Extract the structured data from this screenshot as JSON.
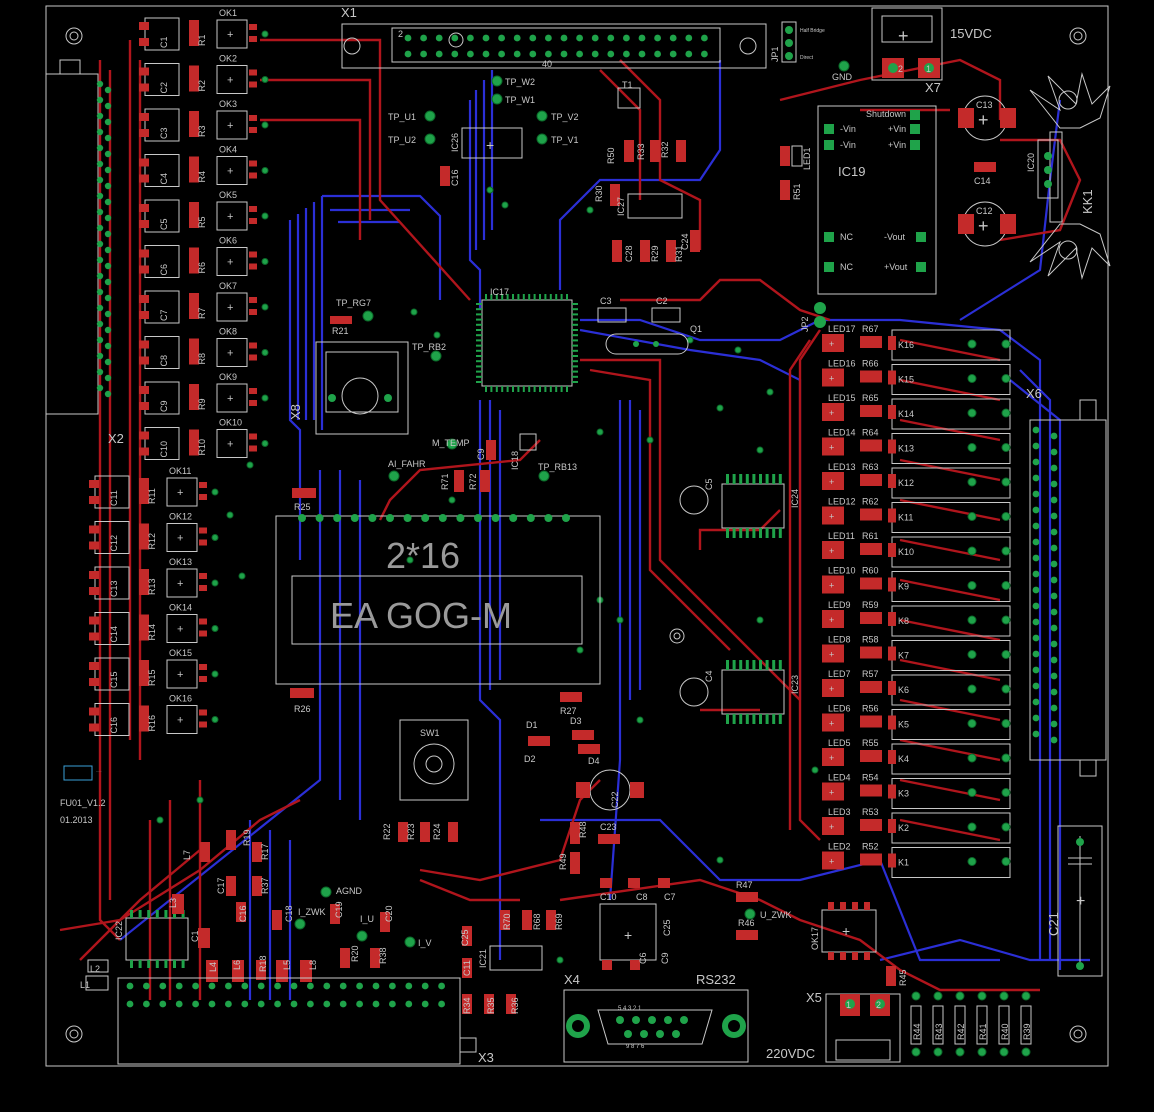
{
  "colors": {
    "background": "#000000",
    "top_copper": "#b0151c",
    "bottom_copper": "#2b2fd6",
    "pad": "#1fa34a",
    "silk": "#c8c8c8"
  },
  "connectors": {
    "x1": "X1",
    "x2": "X2",
    "x3": "X3",
    "x4": "X4",
    "x5": "X5",
    "x6": "X6",
    "x7": "X7",
    "x8": "X8",
    "x1_pin2": "2",
    "x1_pin40": "40"
  },
  "power": {
    "v15": "15VDC",
    "v220": "220VDC",
    "rs232": "RS232",
    "gnd": "GND",
    "x7_p2": "2",
    "x7_p1": "1",
    "x5_p1": "1",
    "x5_p2": "2"
  },
  "jumper": {
    "jp1": "JP1",
    "half_bridge": "Half Bridge",
    "direct": "Direct",
    "jp2": "JP2"
  },
  "psu": {
    "ic19": "IC19",
    "shutdown": "Shutdown",
    "neg_vin_1": "-Vin",
    "neg_vin_2": "-Vin",
    "pos_vin_1": "+Vin",
    "pos_vin_2": "+Vin",
    "nc1": "NC",
    "nc2": "NC",
    "neg_vout": "-Vout",
    "pos_vout": "+Vout",
    "led1": "LED1",
    "r51": "R51"
  },
  "heatsink": {
    "kk1": "KK1",
    "ic20": "IC20",
    "c13": "C13",
    "c14": "C14",
    "c12": "C12"
  },
  "optocouplers": [
    "OK1",
    "OK2",
    "OK3",
    "OK4",
    "OK5",
    "OK6",
    "OK7",
    "OK8",
    "OK9",
    "OK10",
    "OK11",
    "OK12",
    "OK13",
    "OK14",
    "OK15",
    "OK16"
  ],
  "opto_resistors": [
    "R1",
    "R2",
    "R3",
    "R4",
    "R5",
    "R6",
    "R7",
    "R8",
    "R9",
    "R10",
    "R11",
    "R12",
    "R13",
    "R14",
    "R15",
    "R16"
  ],
  "opto_caps": [
    "C1",
    "C2",
    "C3",
    "C4",
    "C5",
    "C6",
    "C7",
    "C8",
    "C9",
    "C10",
    "C11",
    "C12",
    "C13",
    "C14",
    "C15",
    "C16"
  ],
  "testpoints": {
    "tp_w2": "TP_W2",
    "tp_w1": "TP_W1",
    "tp_u1": "TP_U1",
    "tp_u2": "TP_U2",
    "tp_v2": "TP_V2",
    "tp_v1": "TP_V1",
    "tp_rg7": "TP_RG7",
    "tp_rb2": "TP_RB2",
    "tp_rb13": "TP_RB13",
    "m_temp": "M_TEMP",
    "ai_fahr": "AI_FAHR",
    "agnd": "AGND",
    "i_zwk": "I_ZWK",
    "i_u": "I_U",
    "i_v": "I_V",
    "u_zwk": "U_ZWK"
  },
  "mcu": {
    "ic17": "IC17",
    "c3": "C3",
    "c2": "C2",
    "q1": "Q1",
    "r21": "R21",
    "ic18": "IC18",
    "c9": "C9",
    "r71": "R71",
    "r72": "R72",
    "r25": "R25",
    "r26": "R26",
    "r27": "R27"
  },
  "top_ics": {
    "ic26": "IC26",
    "c16": "C16",
    "t1": "T1",
    "r50": "R50",
    "r33": "R33",
    "r32": "R32",
    "r30": "R30",
    "ic27": "IC27",
    "c28": "C28",
    "r29": "R29",
    "r31": "R31",
    "c24": "C24"
  },
  "display": {
    "line1": "2*16",
    "line2": "EA GOG-M"
  },
  "encoder": {
    "sw1": "SW1",
    "r22": "R22",
    "r23": "R23",
    "r24": "R24"
  },
  "diodes": {
    "d1": "D1",
    "d2": "D2",
    "d3": "D3",
    "d4": "D4",
    "c22": "C22",
    "r48": "R48",
    "r49": "R49",
    "c23": "C23"
  },
  "shift_regs": {
    "ic_a": "IC24",
    "ic_b": "IC23",
    "c_a": "C5",
    "c_b": "C4"
  },
  "relays": [
    "K16",
    "K15",
    "K14",
    "K13",
    "K12",
    "K11",
    "K10",
    "K9",
    "K8",
    "K7",
    "K6",
    "K5",
    "K4",
    "K3",
    "K2",
    "K1"
  ],
  "relay_leds": [
    "LED17",
    "LED16",
    "LED15",
    "LED14",
    "LED13",
    "LED12",
    "LED11",
    "LED10",
    "LED9",
    "LED8",
    "LED7",
    "LED6",
    "LED5",
    "LED4",
    "LED3",
    "LED2"
  ],
  "relay_resistors": [
    "R67",
    "R66",
    "R65",
    "R64",
    "R63",
    "R62",
    "R61",
    "R60",
    "R59",
    "R58",
    "R57",
    "R56",
    "R55",
    "R54",
    "R53",
    "R52"
  ],
  "analog": {
    "ic22": "IC22",
    "l1": "L1",
    "l2": "L2",
    "l3": "L3",
    "l4": "L4",
    "l5": "L5",
    "l6": "L6",
    "l7": "L7",
    "l8": "L8",
    "r19": "R19",
    "r17": "R17",
    "r37": "R37",
    "r18": "R18",
    "r20": "R20",
    "r38": "R38",
    "c17": "C17",
    "c18": "C18",
    "c19": "C19",
    "c20": "C20",
    "c1": "C1",
    "c16": "C16"
  },
  "amp": {
    "ic21": "IC21",
    "c25": "C25",
    "c11": "C11",
    "r70": "R70",
    "r68": "R68",
    "r69": "R69",
    "r34": "R34",
    "r35": "R35",
    "r36": "R36"
  },
  "rs232block": {
    "c10": "C10",
    "c8": "C8",
    "c7": "C7",
    "c6": "C6",
    "c25": "C25",
    "c9": "C9",
    "r47": "R47",
    "r46": "R46",
    "ok17": "OK17",
    "r45": "R45",
    "c21": "C21",
    "db9_top": "5 4 3 2 1",
    "db9_bot": "9 8 7 6"
  },
  "bleeders": [
    "R44",
    "R43",
    "R42",
    "R41",
    "R40",
    "R39"
  ],
  "logo": {
    "version": "FU01_V1.2",
    "date": "01.2013"
  }
}
